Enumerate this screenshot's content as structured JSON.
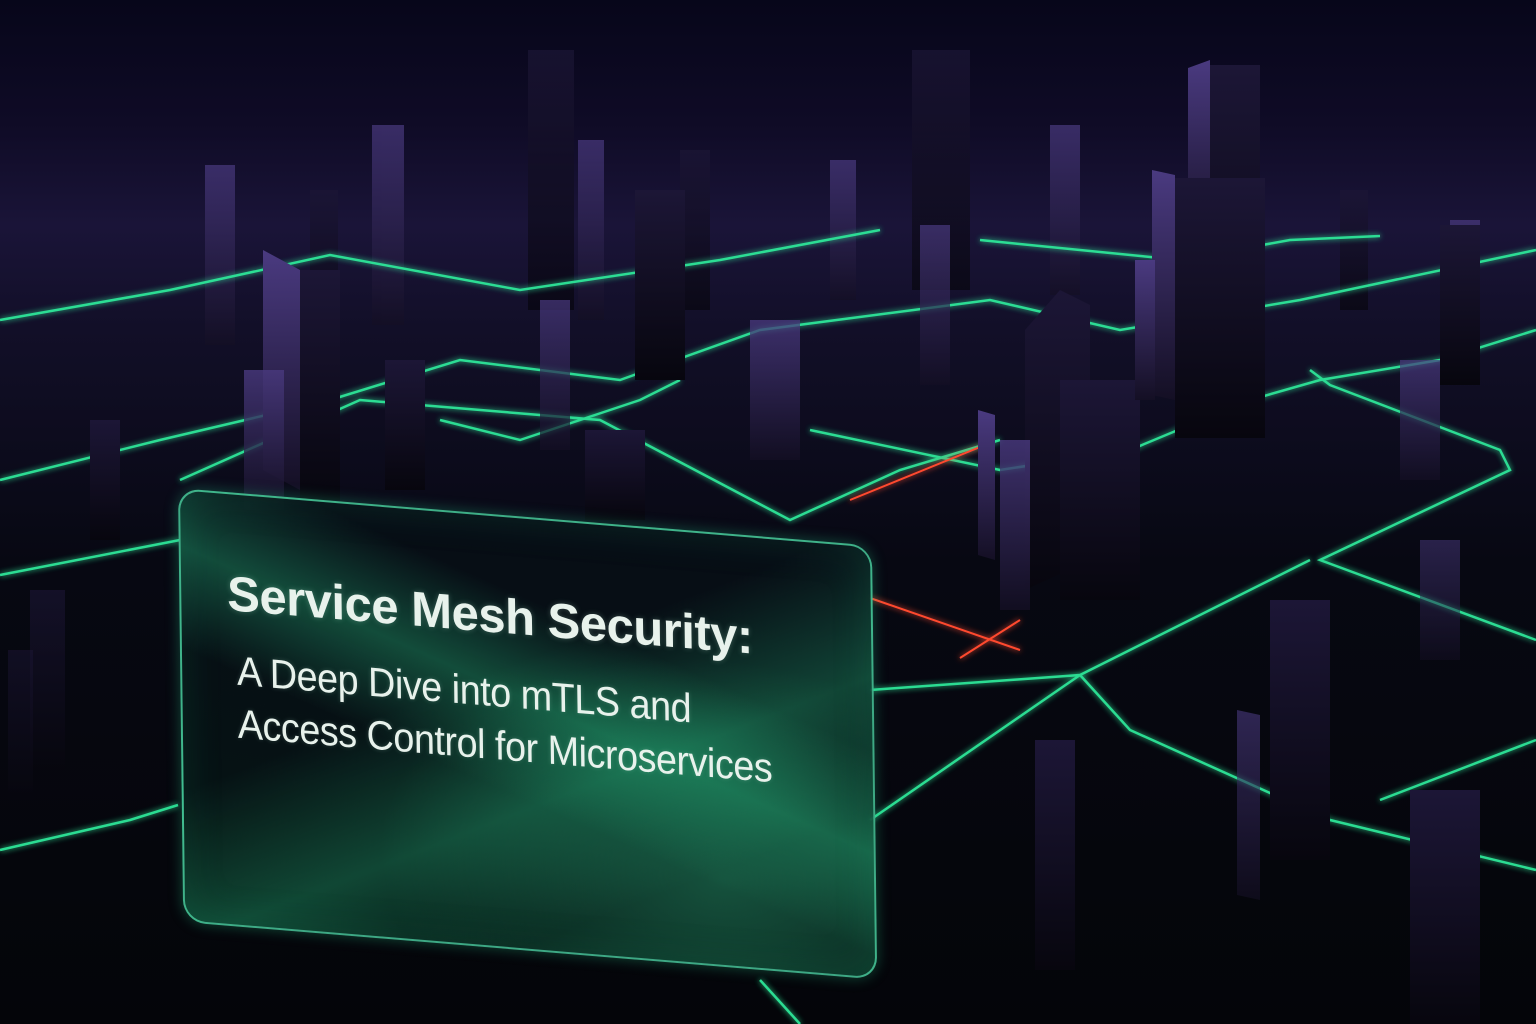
{
  "scene": {
    "description": "Dark futuristic city of purple monolith towers connected by glowing green network lines, with red laser crossings",
    "colors": {
      "sky_top": "#07061a",
      "sky_haze": "#1a1438",
      "ground": "#040509",
      "tower": "#2a2050",
      "tower_lit": "#4a3a80",
      "neon_green": "#2ee89a",
      "laser_red": "#ff4a2e",
      "card_border": "#50dcaa",
      "text": "#e8f2ec"
    }
  },
  "card": {
    "title": "Service Mesh Security:",
    "subtitle": "A Deep Dive into mTLS and Access Control for Microservices"
  }
}
